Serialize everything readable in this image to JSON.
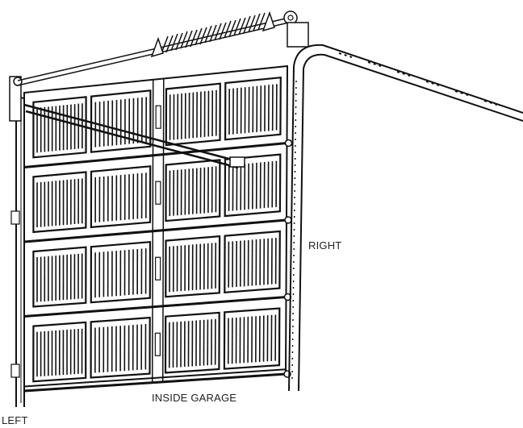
{
  "labels": {
    "right": "RIGHT",
    "inside_garage": "INSIDE GARAGE",
    "left": "LEFT"
  },
  "colors": {
    "ink": "#111111",
    "background": "#ffffff"
  },
  "door": {
    "rows": 4,
    "columns": 4,
    "panel_ribs": 13
  }
}
